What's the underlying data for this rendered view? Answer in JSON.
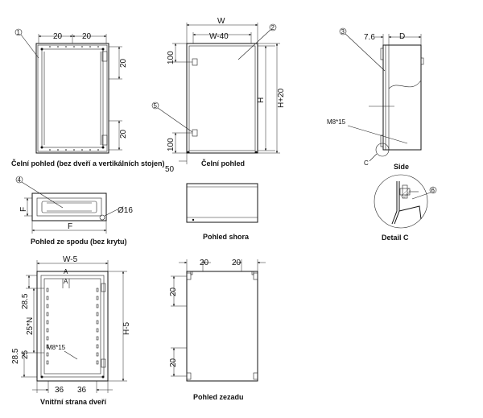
{
  "views": {
    "front_no_door": {
      "caption": "Čelní pohled (bez dveří a vertikálních stojen)",
      "callout": "1",
      "dim_top_left": "20",
      "dim_top_right": "20",
      "dim_right_top": "20",
      "dim_right_bottom": "20"
    },
    "front": {
      "caption": "Čelní pohled",
      "callout_top": "2",
      "callout_side": "5",
      "dim_w": "W",
      "dim_w40": "W-40",
      "dim_h": "H",
      "dim_h20": "H+20",
      "dim_left_top": "100",
      "dim_left_bottom": "100",
      "dim_bottom": "50"
    },
    "side": {
      "caption": "Side",
      "callout": "3",
      "dim_76": "7.6",
      "dim_d": "D",
      "label_m8": "M8*15",
      "label_c": "C"
    },
    "bottom": {
      "caption": "Pohled ze spodu (bez krytu)",
      "callout": "4",
      "dim_f_left": "F",
      "dim_f_bottom": "F",
      "dim_dia": "Ø16"
    },
    "top": {
      "caption": "Pohled shora"
    },
    "detail": {
      "caption": "Detail C",
      "callout": "6"
    },
    "inner_door": {
      "caption": "Vnitřní strana dveří",
      "dim_w5": "W-5",
      "dim_h5": "H-5",
      "dim_285_top": "28.5",
      "dim_25n": "25*N",
      "dim_285_bot": "28.5",
      "dim_25": "25",
      "dim_36_left": "36",
      "dim_36_right": "36",
      "label_m8": "M8*15",
      "label_a": "A"
    },
    "rear": {
      "caption": "Pohled zezadu",
      "dim_top_left": "20",
      "dim_top_right": "20",
      "dim_left_top": "20",
      "dim_left_bottom": "20"
    }
  }
}
